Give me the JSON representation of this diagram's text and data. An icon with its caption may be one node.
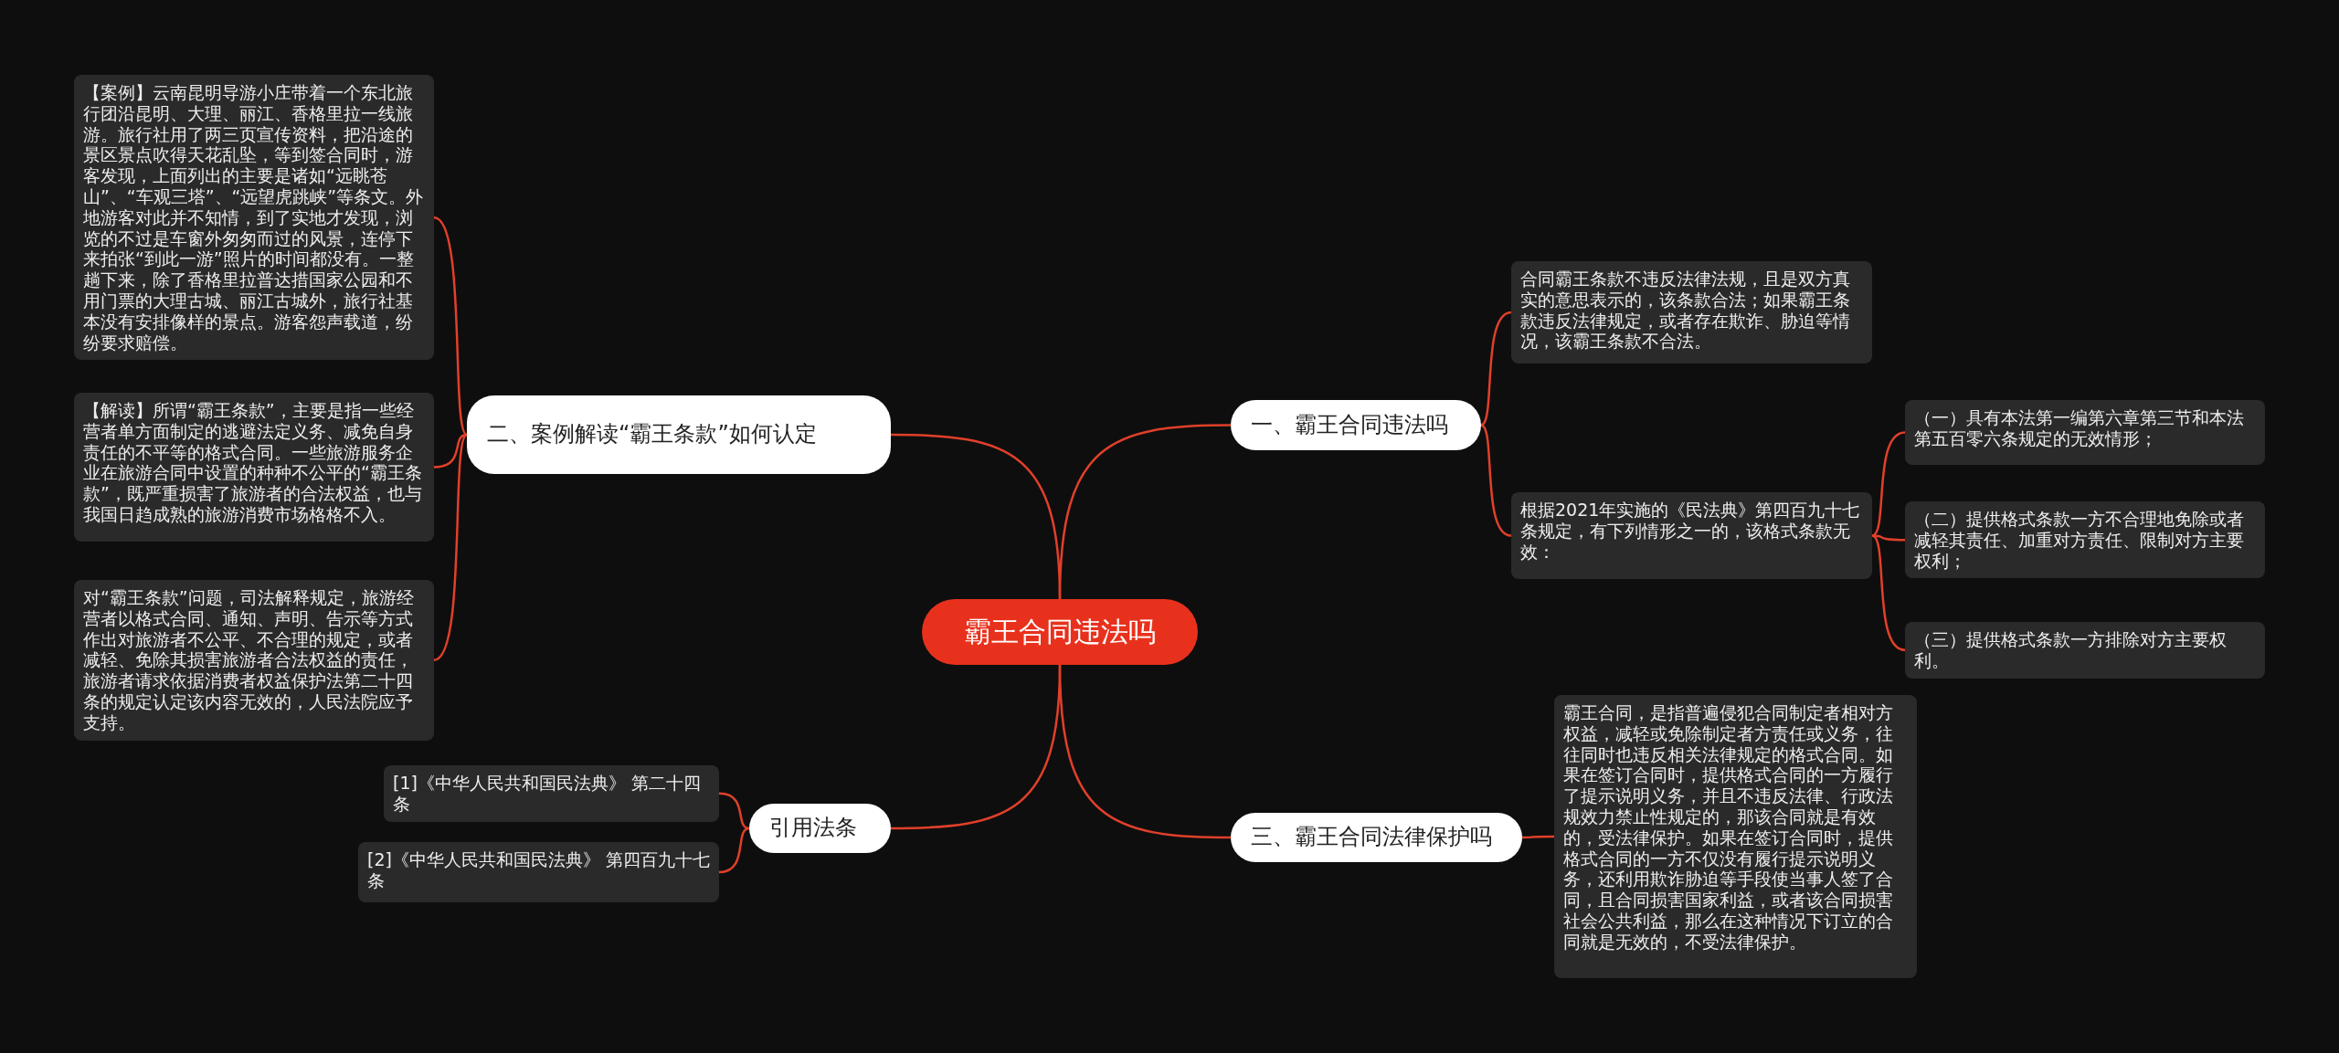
{
  "diagram": {
    "nodes": [
      {
        "text": [
          "霸王合同违法吗"
        ]
      },
      {
        "text": [
          "一、霸王合同违法吗"
        ]
      },
      {
        "text": [
          "合同霸王条款不违反法律法规，且是双方真实的意思表示的，该条款合法；如果霸王条款违反法律规定，或者存在欺诈、胁迫等情况，该霸王条款不合法。"
        ]
      },
      {
        "text": [
          "根据2021年实施的《民法典》第四百九十七条规定，有下列情形之一的，该格式条款无效："
        ]
      },
      {
        "text": [
          "（一）具有本法第一编第六章第三节和本法第五百零六条规定的无效情形；"
        ]
      },
      {
        "text": [
          "（二）提供格式条款一方不合理地免除或者减轻其责任、加重对方责任、限制对方主要权利；"
        ]
      },
      {
        "text": [
          "（三）提供格式条款一方排除对方主要权利。"
        ]
      },
      {
        "text": [
          "三、霸王合同法律保护吗"
        ]
      },
      {
        "text": [
          "霸王合同，是指普遍侵犯合同制定者相对方权益，减轻或免除制定者方责任或义务，往往同时也违反相关法律规定的格式合同。如果在签订合同时，提供格式合同的一方履行了提示说明义务，并且不违反法律、行政法规效力禁止性规定的，那该合同就是有效的，受法律保护。如果在签订合同时，提供格式合同的一方不仅没有履行提示说明义务，还利用欺诈胁迫等手段使当事人签了合同，且合同损害国家利益，或者该合同损害社会公共利益，那么在这种情况下订立的合同就是无效的，不受法律保护。"
        ]
      },
      {
        "text": [
          "二、案例解读“霸王条款”如何认定"
        ]
      },
      {
        "text": [
          "【案例】云南昆明导游小庄带着一个东北旅行团沿昆明、大理、丽江、香格里拉一线旅游。旅行社用了两三页宣传资料，把沿途的景区景点吹得天花乱坠，等到签合同时，游客发现，上面列出的主要是诸如“远眺苍山”、“车观三塔”、“远望虎跳峡”等条文。外地游客对此并不知情，到了实地才发现，浏览的不过是车窗外匆匆而过的风景，连停下来拍张“到此一游”照片的时间都没有。一整趟下来，除了香格里拉普达措国家公园和不用门票的大理古城、丽江古城外，旅行社基本没有安排像样的景点。游客怨声载道，纷纷要求赔偿。"
        ]
      },
      {
        "text": [
          "【解读】所谓“霸王条款”，主要是指一些经营者单方面制定的逃避法定义务、减免自身责任的不平等的格式合同。一些旅游服务企业在旅游合同中设置的种种不公平的“霸王条款”，既严重损害了旅游者的合法权益，也与我国日趋成熟的旅游消费市场格格不入。"
        ]
      },
      {
        "text": [
          "对“霸王条款”问题，司法解释规定，旅游经营者以格式合同、通知、声明、告示等方式作出对旅游者不公平、不合理的规定，或者减轻、免除其损害旅游者合法权益的责任，旅游者请求依据消费者权益保护法第二十四条的规定认定该内容无效的，人民法院应予支持。"
        ]
      },
      {
        "text": [
          "引用法条"
        ]
      },
      {
        "text": [
          "[1]《中华人民共和国民法典》 第二十四条"
        ]
      },
      {
        "text": [
          "[2]《中华人民共和国民法典》 第四百九十七条"
        ]
      }
    ],
    "edges": [
      {
        "from": 0,
        "to": 1,
        "arrow": "none"
      },
      {
        "from": 1,
        "to": 2,
        "arrow": "none"
      },
      {
        "from": 1,
        "to": 3,
        "arrow": "none"
      },
      {
        "from": 3,
        "to": 4,
        "arrow": "none"
      },
      {
        "from": 3,
        "to": 5,
        "arrow": "none"
      },
      {
        "from": 3,
        "to": 6,
        "arrow": "none"
      },
      {
        "from": 0,
        "to": 7,
        "arrow": "none"
      },
      {
        "from": 7,
        "to": 8,
        "arrow": "none"
      },
      {
        "from": 0,
        "to": 9,
        "arrow": "none"
      },
      {
        "from": 9,
        "to": 10,
        "arrow": "none"
      },
      {
        "from": 9,
        "to": 11,
        "arrow": "none"
      },
      {
        "from": 9,
        "to": 12,
        "arrow": "none"
      },
      {
        "from": 0,
        "to": 13,
        "arrow": "none"
      },
      {
        "from": 13,
        "to": 14,
        "arrow": "none"
      },
      {
        "from": 13,
        "to": 15,
        "arrow": "none"
      }
    ]
  }
}
